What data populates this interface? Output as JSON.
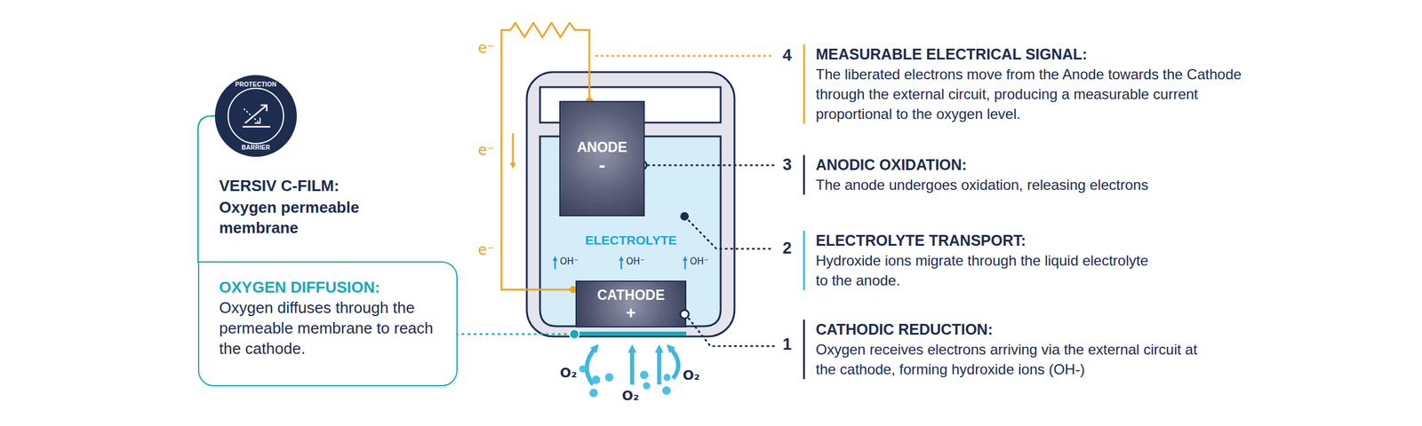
{
  "diagram": {
    "nodes": [
      {
        "text": [
          "PROTECTION",
          "BARRIER"
        ]
      },
      {
        "text": [
          "OXYGEN DIFFUSION:",
          "Oxygen diffuses through the permeable membrane to reach the cathode."
        ]
      },
      {
        "text": [
          "ANODE",
          "-"
        ]
      },
      {
        "text": [
          "CATHODE",
          "+"
        ]
      }
    ],
    "edges": [
      {
        "from": 2,
        "to": 3,
        "arrow": "none"
      }
    ],
    "labels": [
      "VERSIV C-FILM:",
      "Oxygen permeable membrane",
      "e⁻",
      "e⁻",
      "e⁻",
      "ELECTROLYTE",
      "OH⁻",
      "OH⁻",
      "OH⁻",
      "O₂",
      "O₂",
      "O₂",
      "4",
      "MEASURABLE ELECTRICAL SIGNAL:",
      "The liberated electrons move from the Anode towards the Cathode through the external circuit, producing a measurable current proportional to the oxygen level.",
      "3",
      "ANODIC OXIDATION:",
      "The anode undergoes oxidation, releasing electrons",
      "2",
      "ELECTROLYTE TRANSPORT:",
      "Hydroxide ions migrate through the liquid electrolyte to the anode.",
      "1",
      "CATHODIC REDUCTION:",
      "Oxygen receives electrons arriving via the external circuit at the cathode, forming hydroxide ions (OH-)"
    ]
  }
}
